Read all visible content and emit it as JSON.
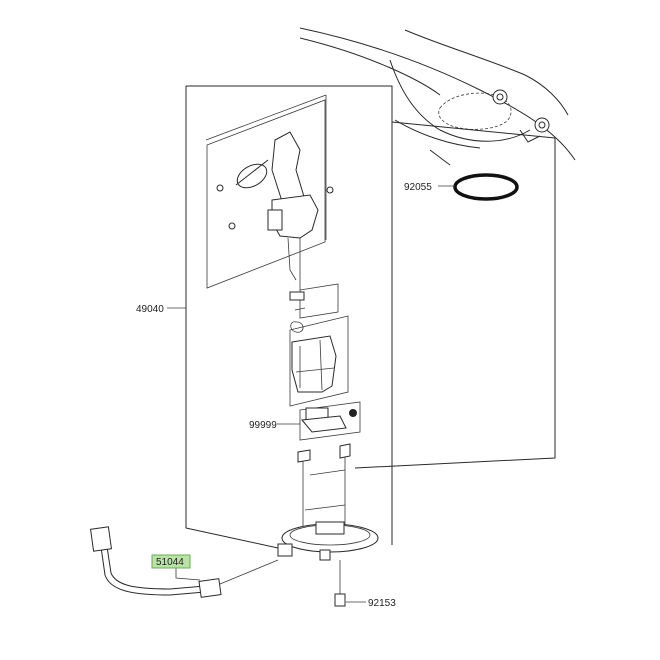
{
  "diagram": {
    "highlight_color": "#b9e2a6",
    "parts": [
      {
        "id": "92055",
        "label": "92055",
        "highlighted": false
      },
      {
        "id": "49040",
        "label": "49040",
        "highlighted": false
      },
      {
        "id": "99999",
        "label": "99999",
        "highlighted": false
      },
      {
        "id": "51044",
        "label": "51044",
        "highlighted": true
      },
      {
        "id": "92153",
        "label": "92153",
        "highlighted": false
      }
    ]
  }
}
